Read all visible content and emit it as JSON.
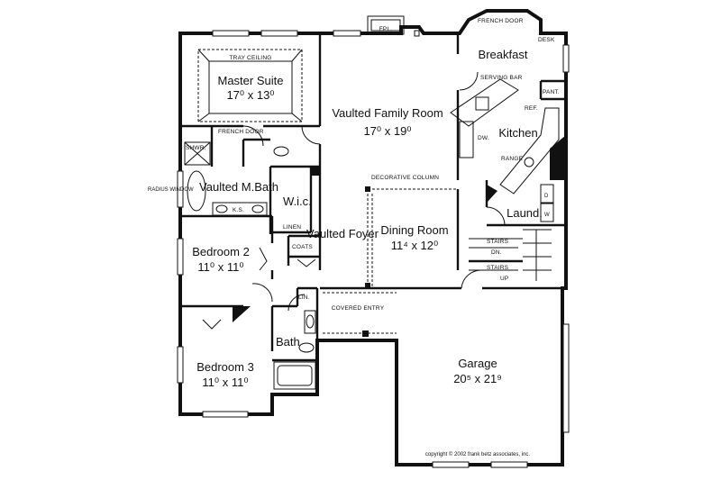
{
  "rooms": {
    "master_name": "Master Suite",
    "master_size": "17⁰ x 13⁰",
    "tray_ceiling": "TRAY CEILING",
    "french_door_master": "FRENCH DOOR",
    "shower": "SHWR.",
    "mbath_name": "Vaulted M.Bath",
    "ks": "K.S.",
    "radius_window": "RADIUS WINDOW",
    "wic": "W.i.c.",
    "linen": "LINEN",
    "coats": "COATS",
    "bedroom2_name": "Bedroom 2",
    "bedroom2_size": "11⁰ x 11⁰",
    "bedroom3_name": "Bedroom 3",
    "bedroom3_size": "11⁰ x 11⁰",
    "lin": "LIN.",
    "bath": "Bath",
    "fpl": "FPL.",
    "family_name": "Vaulted Family Room",
    "family_size": "17⁰ x 19⁰",
    "decorative_column": "DECORATIVE COLUMN",
    "foyer_name": "Vaulted Foyer",
    "dining_name": "Dining Room",
    "dining_size": "11⁴ x 12⁰",
    "covered_entry": "COVERED ENTRY",
    "french_door_breakfast": "FRENCH DOOR",
    "desk": "DESK",
    "breakfast": "Breakfast",
    "serving_bar": "SERVING BAR",
    "pantry": "PANT.",
    "ref": "REF.",
    "dw": "DW.",
    "kitchen": "Kitchen",
    "range": "RANGE",
    "laundry": "Laund.",
    "dryer": "D",
    "washer": "W",
    "stairs_dn": "STAIRS",
    "dn": "DN.",
    "stairs_up": "STAIRS",
    "up": "UP",
    "garage_name": "Garage",
    "garage_size": "20⁵ x 21⁹"
  },
  "copyright": "copyright © 2002 frank betz associates, inc."
}
